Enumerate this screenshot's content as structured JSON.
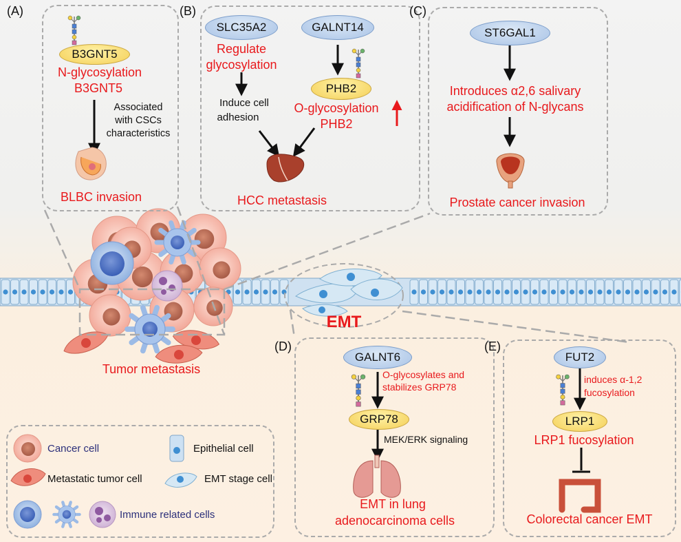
{
  "panels": {
    "A": {
      "letter": "(A)",
      "enzyme": "B3GNT5",
      "process": [
        "N-glycosylation",
        "B3GNT5"
      ],
      "note": [
        "Associated",
        "with CSCs",
        "characteristics"
      ],
      "outcome": "BLBC invasion"
    },
    "B": {
      "letter": "(B)",
      "enzyme1": "SLC35A2",
      "enzyme2": "GALNT14",
      "process1": [
        "Regulate",
        "glycosylation"
      ],
      "note1": [
        "Induce cell",
        "adhesion"
      ],
      "protein": "PHB2",
      "process2": [
        "O-glycosylation",
        "PHB2"
      ],
      "outcome": "HCC metastasis"
    },
    "C": {
      "letter": "(C)",
      "enzyme": "ST6GAL1",
      "process": [
        "Introduces  α2,6 salivary",
        "acidification of N-glycans"
      ],
      "outcome": "Prostate cancer invasion"
    },
    "D": {
      "letter": "(D)",
      "enzyme": "GALNT6",
      "process": [
        "O-glycosylates and",
        "stabilizes GRP78"
      ],
      "protein": "GRP78",
      "note": "MEK/ERK signaling",
      "outcome": [
        "EMT  in lung",
        "adenocarcinoma cells"
      ]
    },
    "E": {
      "letter": "(E)",
      "enzyme": "FUT2",
      "process": [
        "induces α-1,2",
        "fucosylation"
      ],
      "protein": "LRP1",
      "process2": "LRP1 fucosylation",
      "outcome": "Colorectal cancer EMT"
    }
  },
  "center": {
    "emt": "EMT",
    "tumor": "Tumor metastasis"
  },
  "legend": {
    "cancer": "Cancer cell",
    "metastatic": "Metastatic tumor cell",
    "epithelial": "Epithelial cell",
    "emtcell": "EMT stage cell",
    "immune": "Immune related cells"
  },
  "colors": {
    "red": "#e8191c",
    "dash": "#aaaaaa",
    "blue_pill": "#b6cdea",
    "yellow_pill": "#f6d766"
  }
}
